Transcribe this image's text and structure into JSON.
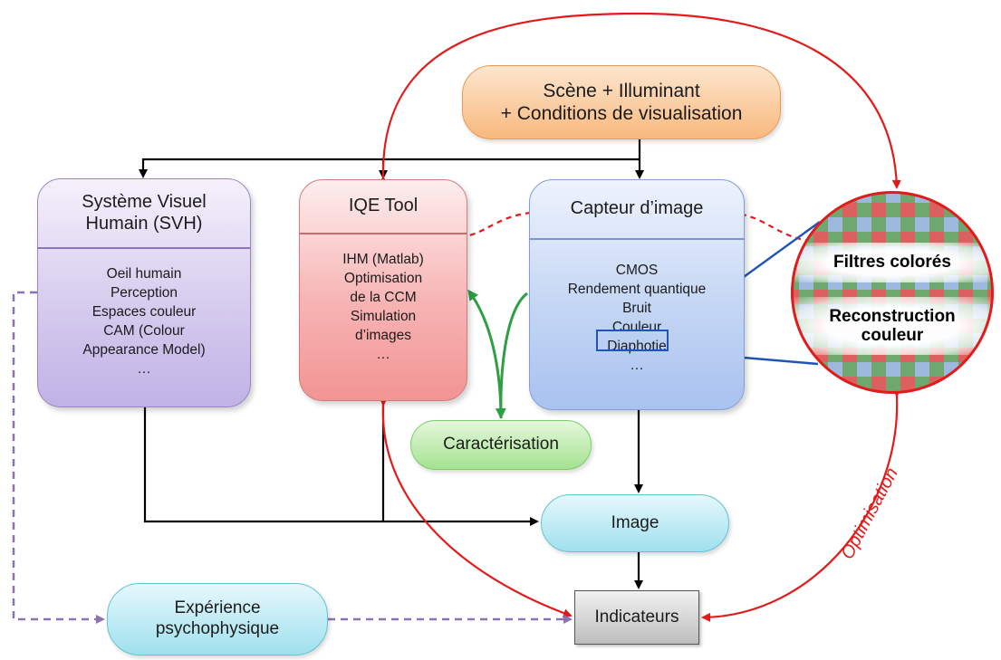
{
  "nodes": {
    "scene": {
      "line1": "Scène + Illuminant",
      "line2": "+ Conditions de visualisation"
    },
    "svh": {
      "title1": "Système Visuel",
      "title2": "Humain (SVH)",
      "items": [
        "Oeil humain",
        "Perception",
        "Espaces couleur",
        "CAM (Colour",
        "Appearance Model)",
        "…"
      ]
    },
    "iqe": {
      "title": "IQE Tool",
      "items": [
        "IHM (Matlab)",
        "Optimisation",
        "de la CCM",
        "Simulation",
        "d’images",
        "…"
      ]
    },
    "capteur": {
      "title": "Capteur d’image",
      "items": [
        "CMOS",
        "Rendement quantique",
        "Bruit",
        "Couleur",
        "Diaphotie",
        "…"
      ]
    },
    "caracterisation": "Caractérisation",
    "image": "Image",
    "experience": {
      "line1": "Expérience",
      "line2": "psychophysique"
    },
    "indicateurs": "Indicateurs",
    "zoom": {
      "label1": "Filtres colorés",
      "label2a": "Reconstruction",
      "label2b": "couleur"
    }
  },
  "edges": {
    "optimisation_label": "Optimisation"
  },
  "colors": {
    "black_arrow": "#000000",
    "red_arrow": "#e31a1a",
    "green_arrow": "#2ea043",
    "purple_dashed": "#8a72b3",
    "blue_connector": "#1f55b8"
  }
}
